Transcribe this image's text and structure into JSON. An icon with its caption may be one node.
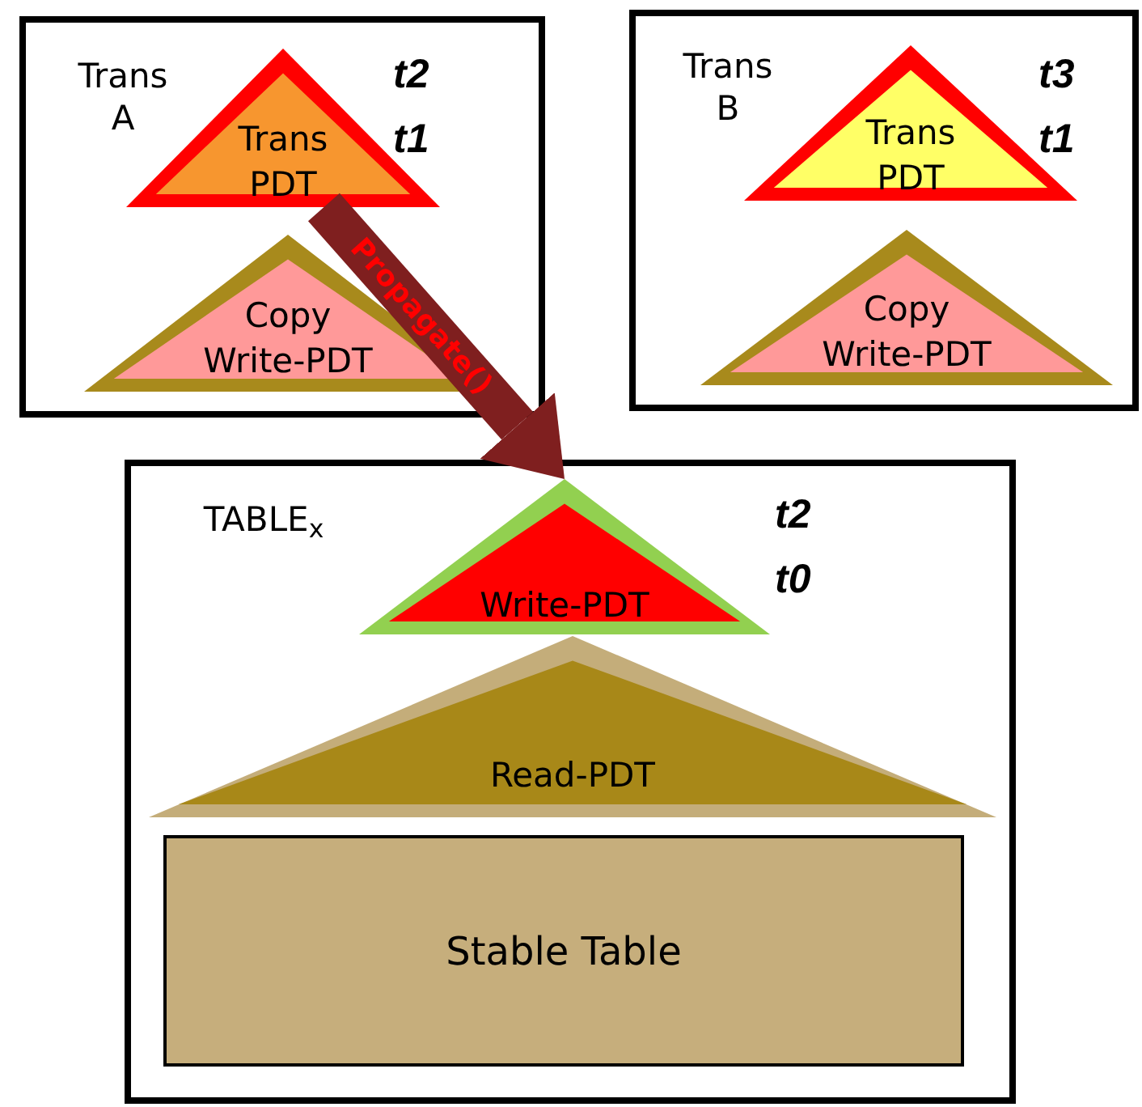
{
  "diagram": {
    "nodes": [
      {
        "text": [
          "Trans A"
        ]
      },
      {
        "text": [
          "Trans PDT"
        ],
        "in": 0,
        "beside": [
          "t2",
          "t1"
        ]
      },
      {
        "text": [
          "Copy Write-PDT"
        ],
        "in": 0
      },
      {
        "text": [
          "Trans B"
        ]
      },
      {
        "text": [
          "Trans PDT"
        ],
        "in": 3,
        "beside": [
          "t3",
          "t1"
        ]
      },
      {
        "text": [
          "Copy Write-PDT"
        ],
        "in": 3
      },
      {
        "text": [
          "TABLE$_{x}$"
        ]
      },
      {
        "text": [
          "Write-PDT"
        ],
        "in": 6,
        "beside": [
          "t2",
          "t0"
        ]
      },
      {
        "text": [
          "Read-PDT"
        ],
        "in": 6
      },
      {
        "text": [
          "Stable Table"
        ],
        "in": 6
      }
    ],
    "edges": [
      {
        "from": 1,
        "to": 7,
        "arrow": "to",
        "label": "Propagate()"
      }
    ]
  }
}
